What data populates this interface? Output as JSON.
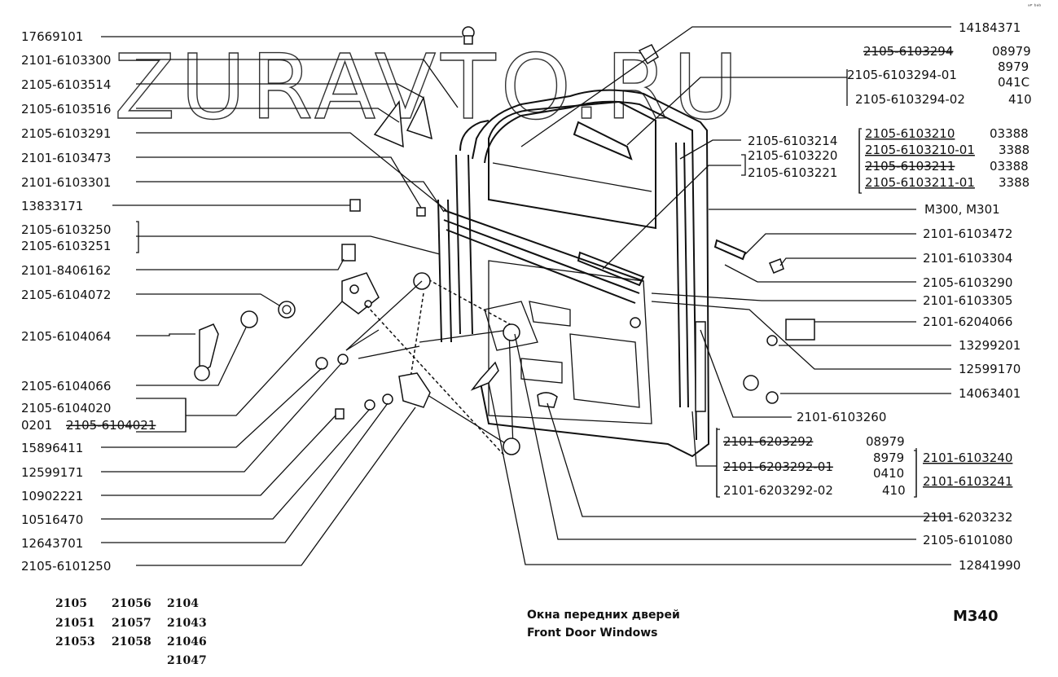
{
  "watermark": "ZURAVTO.RU",
  "corner_mark": "ᵃᴾ ᵇᵃᵇ",
  "left_labels": [
    "17669101",
    "2101-6103300",
    "2105-6103514",
    "2105-6103516",
    "2105-6103291",
    "2101-6103473",
    "2101-6103301",
    "13833171",
    "2105-6103250",
    "2105-6103251",
    "2101-8406162",
    "2105-6104072",
    "2105-6104064",
    "2105-6104066",
    "2105-6104020",
    "0201",
    "2105-6104021",
    "15896411",
    "12599171",
    "10902221",
    "10516470",
    "12643701",
    "2105-6101250"
  ],
  "right_labels": [
    "14184371",
    "2105-6103294",
    "08979",
    "2105-6103294-01",
    "8979",
    "041C",
    "2105-6103294-02",
    "410",
    "2105-6103214",
    "2105-6103220",
    "2105-6103221",
    "2105-6103210",
    "03388",
    "2105-6103210-01",
    "3388",
    "2105-6103211",
    "03388",
    "2105-6103211-01",
    "3388",
    "M300, M301",
    "2101-6103472",
    "2101-6103304",
    "2105-6103290",
    "2101-6103305",
    "2101-6204066",
    "13299201",
    "12599170",
    "14063401",
    "2101-6103260",
    "2101-6203292",
    "08979",
    "2101-6203292-01",
    "8979",
    "0410",
    "2101-6203292-02",
    "410",
    "2101-6103240",
    "2101-6103241",
    "2101-6203232",
    "2105-6101080",
    "12841990"
  ],
  "models": [
    "2105",
    "21056",
    "2104",
    "21051",
    "21057",
    "21043",
    "21053",
    "21058",
    "21046",
    "21047"
  ],
  "title_ru": "Окна передних дверей",
  "title_en": "Front Door Windows",
  "page_code": "M340"
}
